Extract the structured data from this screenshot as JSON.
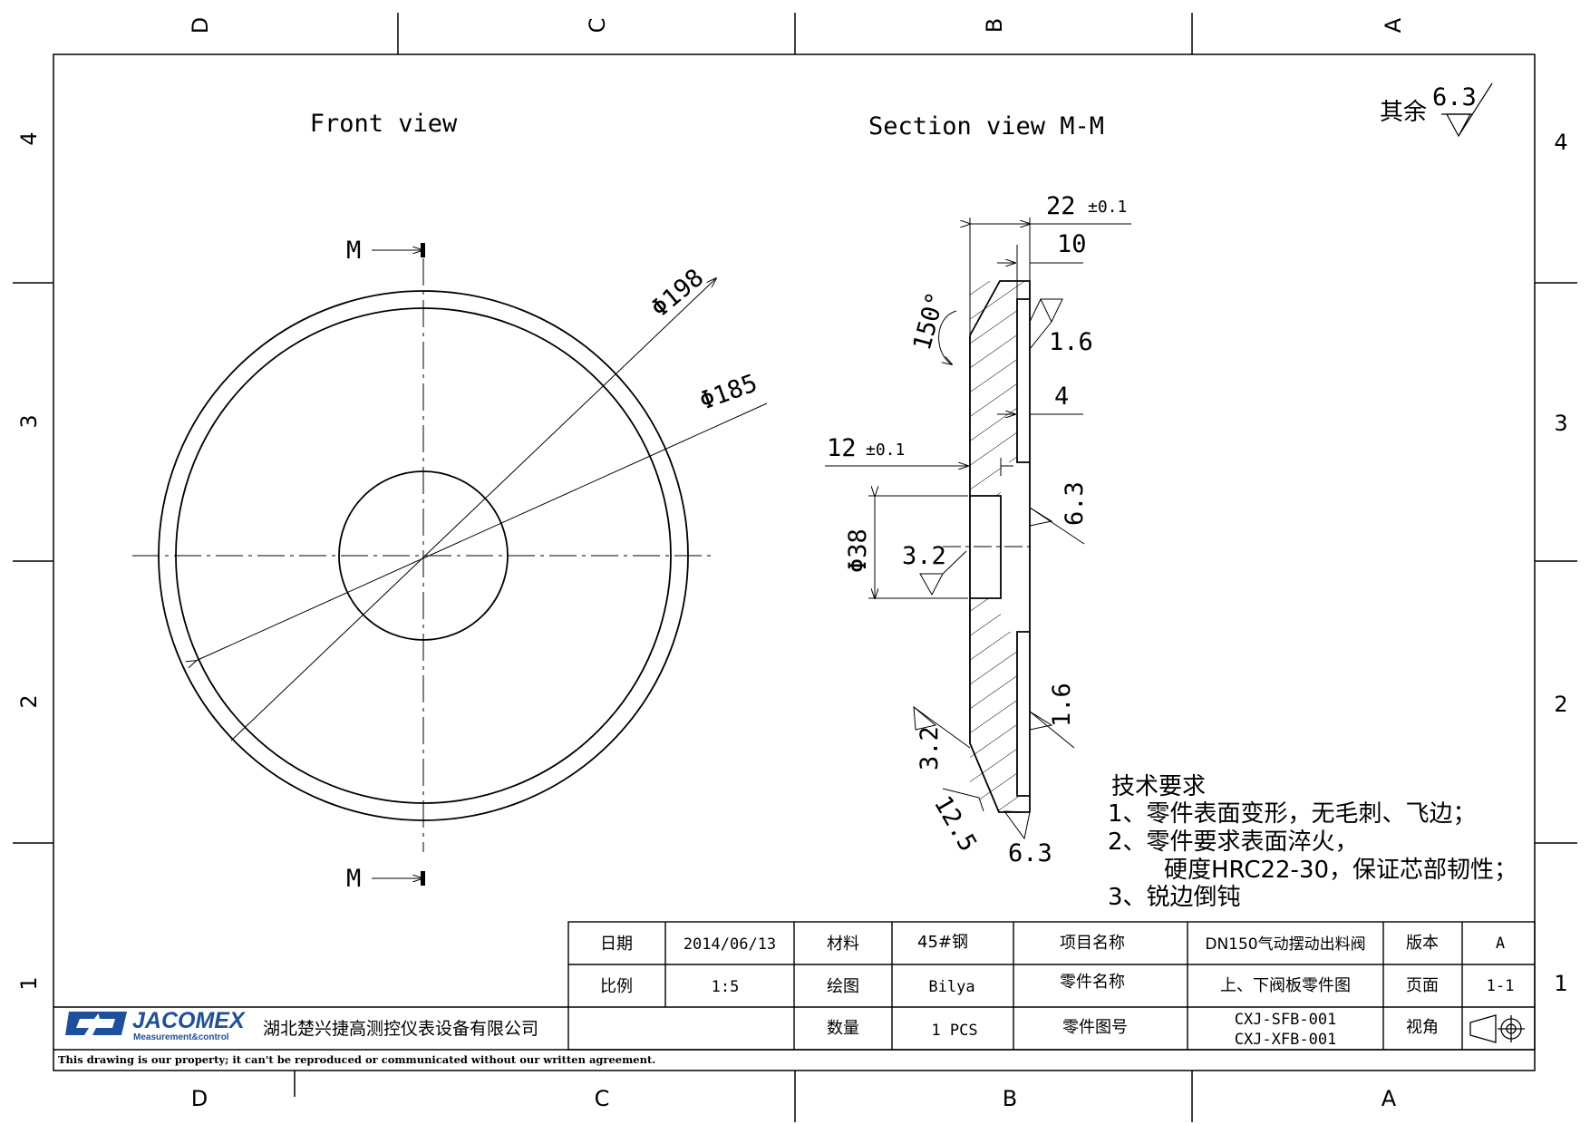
{
  "zones": {
    "columns_top": [
      "D",
      "C",
      "B",
      "A"
    ],
    "columns_bottom": [
      "D",
      "C",
      "B",
      "A"
    ],
    "rows_left": [
      "4",
      "3",
      "2",
      "1"
    ],
    "rows_right": [
      "4",
      "3",
      "2",
      "1"
    ]
  },
  "views": {
    "front_title": "Front view",
    "section_title": "Section view M-M",
    "cut_label": "M"
  },
  "surface_roughness_default": {
    "label": "其余",
    "value": "6.3"
  },
  "front_dimensions": {
    "outer_diameter": "Φ198",
    "inner_diameter": "Φ185"
  },
  "section_dimensions": {
    "thickness": "22",
    "thickness_tol": "±0.1",
    "depth_10": "10",
    "chamfer_angle": "150°",
    "roughness_top": "1.6",
    "depth_4": "4",
    "hub_length": "12",
    "hub_tol": "±0.1",
    "roughness_right": "6.3",
    "bore_diameter": "Φ38",
    "bore_roughness": "3.2",
    "roughness_lower": "1.6",
    "roughness_left": "3.2",
    "roughness_chamfer": "12.5",
    "roughness_bottom": "6.3"
  },
  "technical_requirements": {
    "heading": "技术要求",
    "lines": [
      "1、零件表面变形，无毛刺、飞边；",
      "2、零件要求表面淬火，",
      "硬度HRC22-30，保证芯部韧性；",
      "3、锐边倒钝"
    ]
  },
  "title_block": {
    "date_label": "日期",
    "date_value": "2014/06/13",
    "material_label": "材料",
    "material_value": "45#钢",
    "project_label": "项目名称",
    "project_value": "DN150气动摆动出料阀",
    "version_label": "版本",
    "version_value": "A",
    "scale_label": "比例",
    "scale_value": "1:5",
    "drawn_label": "绘图",
    "drawn_value": "Bilya",
    "part_name_label": "零件名称",
    "part_name_value": "上、下阀板零件图",
    "page_label": "页面",
    "page_value": "1-1",
    "quantity_label": "数量",
    "quantity_value": "1 PCS",
    "part_no_label": "零件图号",
    "part_no_values": [
      "CXJ-SFB-001",
      "CXJ-XFB-001"
    ],
    "projection_label": "视角"
  },
  "company": {
    "brand": "JACOMEX",
    "brand_sub": "Measurement&control",
    "name": "湖北楚兴捷高测控仪表设备有限公司"
  },
  "footer_note": "This drawing is our property; it can't be reproduced or communicated without our written agreement."
}
